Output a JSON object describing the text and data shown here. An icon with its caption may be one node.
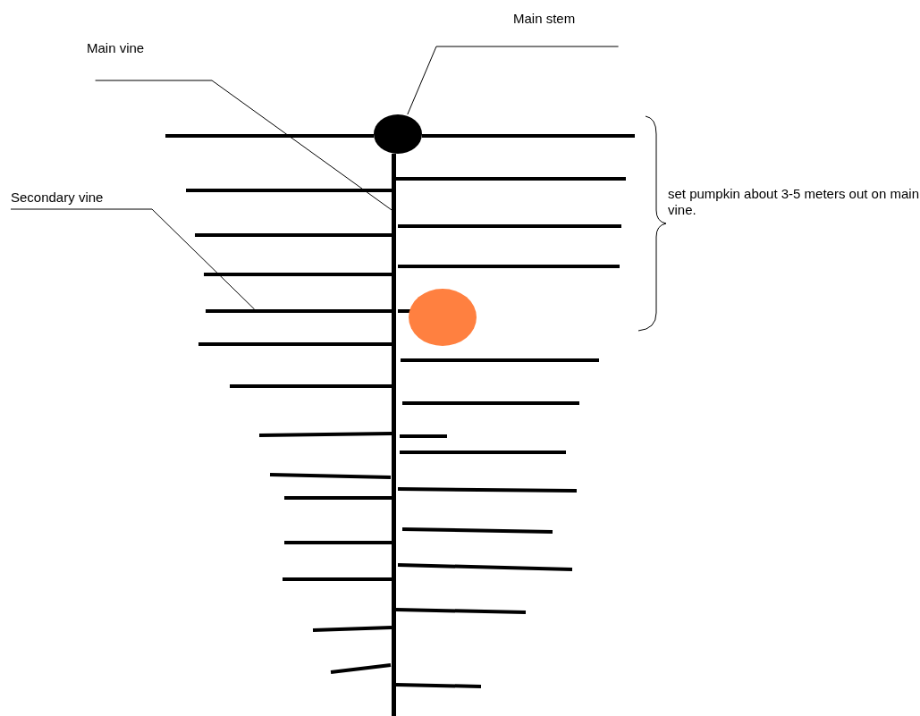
{
  "diagram": {
    "nodes": [
      {
        "text": [
          "Main stem"
        ]
      },
      {
        "text": [],
        "shape": "circle"
      },
      {
        "text": [
          "Main vine"
        ]
      },
      {
        "text": [],
        "shape": "bar"
      },
      {
        "text": [
          "Secondary vine"
        ]
      },
      {
        "text": [],
        "shape": "bar"
      }
    ],
    "edges": [
      {
        "from": 0,
        "to": 1,
        "arrow": "none"
      },
      {
        "from": 2,
        "to": 3,
        "arrow": "none"
      },
      {
        "from": 4,
        "to": 5,
        "arrow": "none"
      }
    ],
    "labels": [
      "set pumpkin about 3-5 meters out on main vine."
    ]
  }
}
